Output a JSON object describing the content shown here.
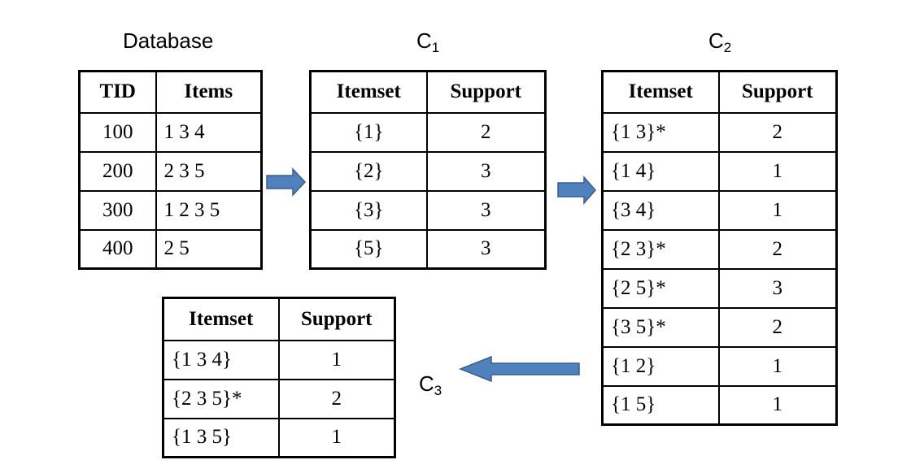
{
  "database": {
    "caption": "Database",
    "headers": [
      "TID",
      "Items"
    ],
    "rows": [
      [
        "100",
        "1 3 4"
      ],
      [
        "200",
        "2 3 5"
      ],
      [
        "300",
        "1 2 3 5"
      ],
      [
        "400",
        "2 5"
      ]
    ]
  },
  "c1": {
    "caption_main": "C",
    "caption_sub": "1",
    "headers": [
      "Itemset",
      "Support"
    ],
    "rows": [
      [
        "{1}",
        "2"
      ],
      [
        "{2}",
        "3"
      ],
      [
        "{3}",
        "3"
      ],
      [
        "{5}",
        "3"
      ]
    ]
  },
  "c2": {
    "caption_main": "C",
    "caption_sub": "2",
    "headers": [
      "Itemset",
      "Support"
    ],
    "rows": [
      [
        "{1 3}*",
        "2"
      ],
      [
        "{1 4}",
        "1"
      ],
      [
        "{3 4}",
        "1"
      ],
      [
        "{2 3}*",
        "2"
      ],
      [
        "{2 5}*",
        "3"
      ],
      [
        "{3 5}*",
        "2"
      ],
      [
        "{1 2}",
        "1"
      ],
      [
        "{1 5}",
        "1"
      ]
    ]
  },
  "c3": {
    "caption_main": "C",
    "caption_sub": "3",
    "headers": [
      "Itemset",
      "Support"
    ],
    "rows": [
      [
        "{1 3 4}",
        "1"
      ],
      [
        "{2 3 5}*",
        "2"
      ],
      [
        "{1 3 5}",
        "1"
      ]
    ]
  },
  "colors": {
    "arrow_fill": "#4f81bd",
    "arrow_stroke": "#385d8a",
    "border": "#000000"
  }
}
